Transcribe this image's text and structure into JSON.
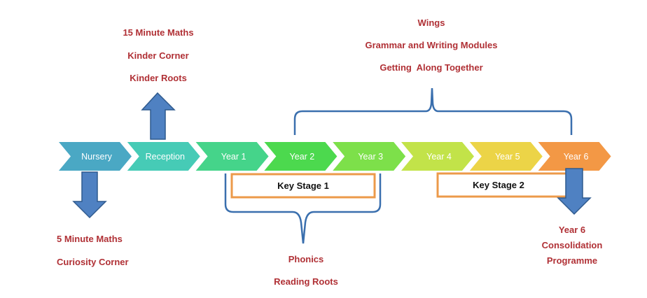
{
  "colors": {
    "label_text": "#b03035",
    "brace": "#3a6fae",
    "arrow_fill": "#4f81c2",
    "arrow_stroke": "#2f5a8e",
    "ks_border": "#ec9a4a"
  },
  "stages": [
    {
      "label": "Nursery",
      "color": "#4aa8c4"
    },
    {
      "label": "Reception",
      "color": "#46cbb6"
    },
    {
      "label": "Year 1",
      "color": "#45d48a"
    },
    {
      "label": "Year 2",
      "color": "#4cd94e"
    },
    {
      "label": "Year 3",
      "color": "#7de04a"
    },
    {
      "label": "Year 4",
      "color": "#c2e349"
    },
    {
      "label": "Year 5",
      "color": "#ecd447"
    },
    {
      "label": "Year 6",
      "color": "#f39845"
    }
  ],
  "key_stages": [
    {
      "label": "Key Stage 1"
    },
    {
      "label": "Key Stage 2"
    }
  ],
  "groups": {
    "reception_up": [
      "15 Minute Maths",
      "Kinder Corner",
      "Kinder Roots"
    ],
    "nursery_down": [
      "5 Minute Maths",
      "Curiosity Corner"
    ],
    "ks2_brace_top": [
      "Wings",
      "Grammar and Writing Modules",
      "Getting  Along Together"
    ],
    "ks1_brace_bottom": [
      "Phonics",
      "Reading Roots"
    ],
    "year6_down": [
      "Year 6",
      "Consolidation",
      "Programme"
    ]
  }
}
